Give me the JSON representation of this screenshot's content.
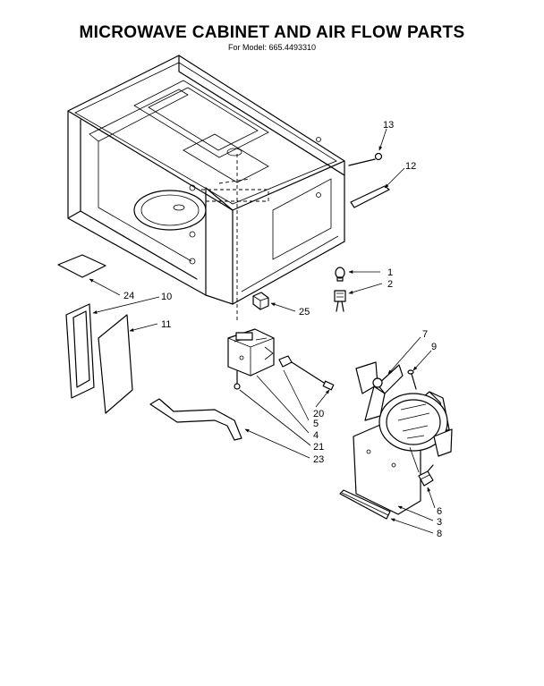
{
  "title": "MICROWAVE CABINET AND AIR FLOW PARTS",
  "model_line": "For Model: 665.4493310",
  "part_labels": [
    "13",
    "12",
    "1",
    "2",
    "24",
    "10",
    "11",
    "25",
    "7",
    "9",
    "20",
    "5",
    "4",
    "21",
    "23",
    "6",
    "3",
    "8"
  ]
}
